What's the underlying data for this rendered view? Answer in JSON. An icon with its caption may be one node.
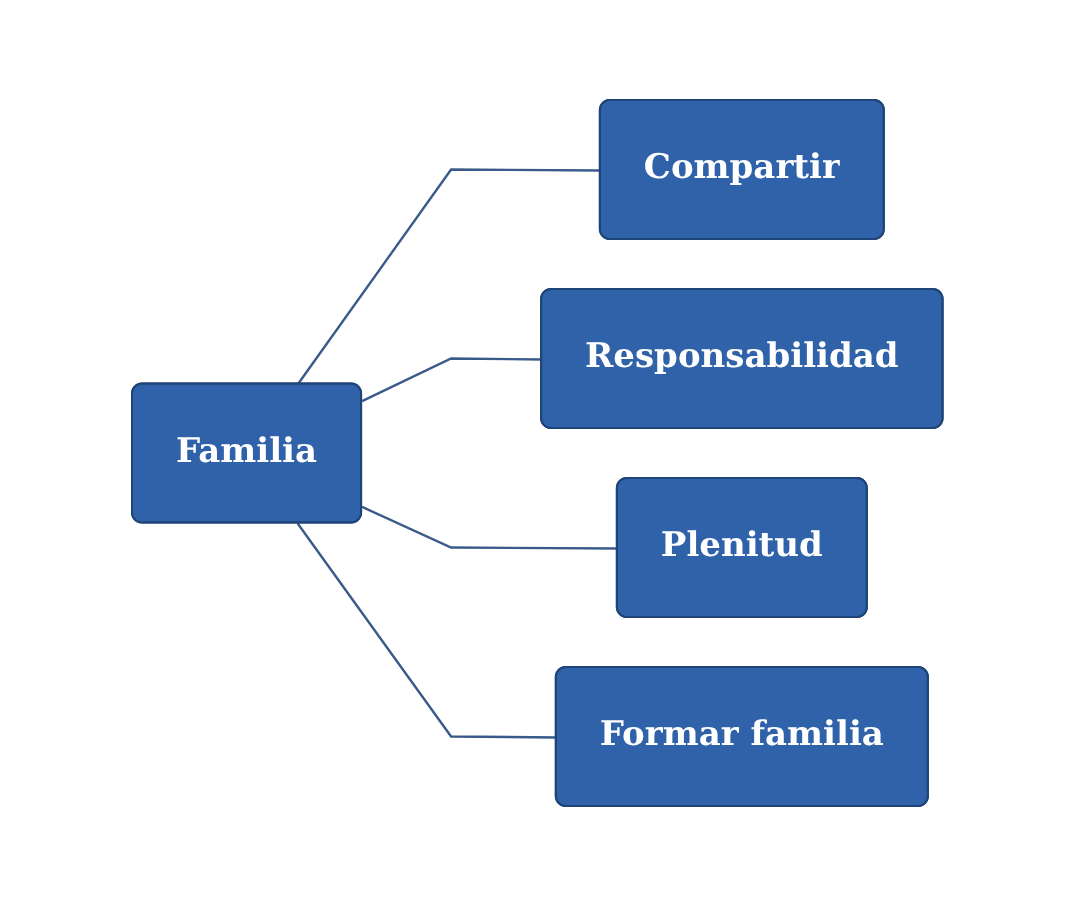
{
  "diagram": {
    "nodes": [
      {
        "text": [
          "Familia"
        ]
      },
      {
        "text": [
          "Compartir"
        ]
      },
      {
        "text": [
          "Responsabilidad"
        ]
      },
      {
        "text": [
          "Plenitud"
        ]
      },
      {
        "text": [
          "Formar familia"
        ]
      }
    ],
    "edges": [
      {
        "from": 0,
        "to": 1,
        "arrow": "none"
      },
      {
        "from": 0,
        "to": 2,
        "arrow": "none"
      },
      {
        "from": 0,
        "to": 3,
        "arrow": "none"
      },
      {
        "from": 0,
        "to": 4,
        "arrow": "none"
      }
    ]
  }
}
